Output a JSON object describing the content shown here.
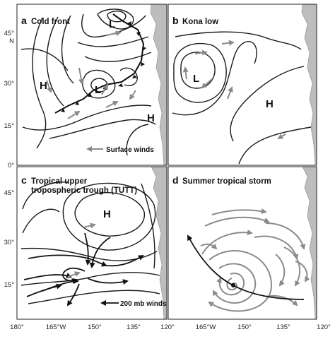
{
  "panels": [
    {
      "letter": "a",
      "title": "Cold front"
    },
    {
      "letter": "b",
      "title": "Kona low"
    },
    {
      "letter": "c",
      "title_line1": "Tropical upper",
      "title_line2": "tropospheric trough (TUTT)"
    },
    {
      "letter": "d",
      "title": "Summer tropical storm"
    }
  ],
  "pressure_labels": {
    "high": "H",
    "low": "L"
  },
  "legends": {
    "surface_winds": "Surface winds",
    "upper_winds": "200 mb winds"
  },
  "axes": {
    "lat_top": [
      "45°",
      "30°",
      "15°",
      "0°"
    ],
    "north": "N",
    "lat_bottom": [
      "45°",
      "30°",
      "15°"
    ],
    "lon": [
      "180°",
      "165°W",
      "150°",
      "135°",
      "120°"
    ]
  },
  "colors": {
    "ink": "#111111",
    "surface_wind_arrow": "#8a8a8a",
    "land": "#bdbdbd"
  }
}
